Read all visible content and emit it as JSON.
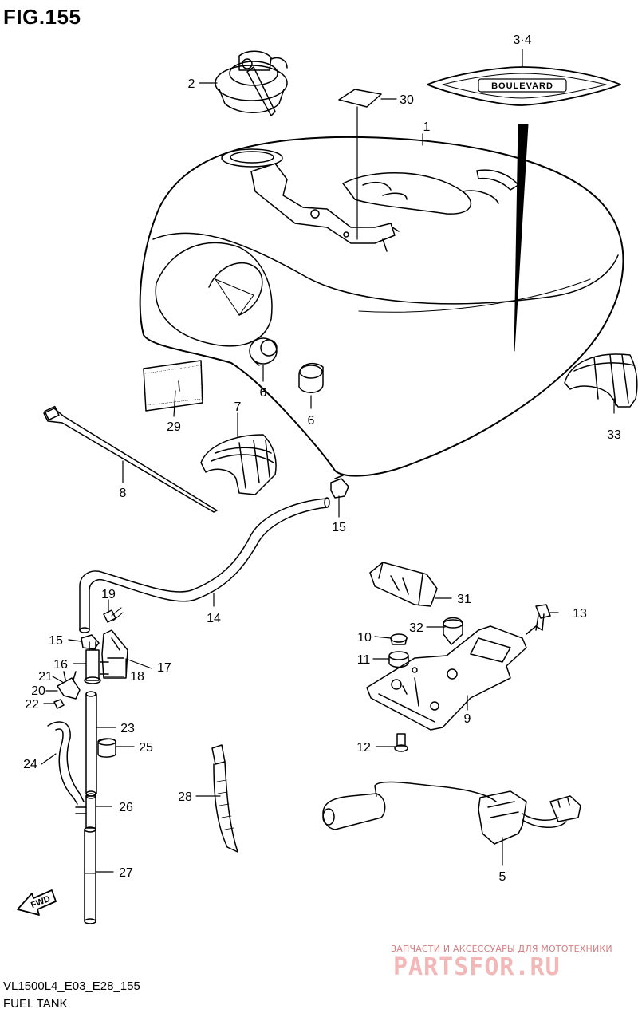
{
  "figure": {
    "title": "FIG.155",
    "code": "VL1500L4_E03_E28_155",
    "name": "FUEL TANK"
  },
  "callouts": {
    "c34": "3·4",
    "c2": "2",
    "c30": "30",
    "c1": "1",
    "c6a": "6",
    "c6b": "6",
    "c33": "33",
    "c29": "29",
    "c7": "7",
    "c8": "8",
    "c15a": "15",
    "c14": "14",
    "c19": "19",
    "c15b": "15",
    "c16": "16",
    "c17": "17",
    "c18": "18",
    "c21": "21",
    "c20": "20",
    "c22": "22",
    "c23": "23",
    "c25": "25",
    "c24": "24",
    "c26": "26",
    "c27": "27",
    "c28": "28",
    "c31": "31",
    "c13": "13",
    "c32": "32",
    "c10": "10",
    "c11": "11",
    "c9": "9",
    "c12": "12",
    "c5": "5"
  },
  "emblem_text": "BOULEVARD",
  "fwd_label": "FWD",
  "watermark": {
    "line": "ЗАПЧАСТИ И АКСЕССУАРЫ ДЛЯ МОТОТЕХНИКИ",
    "logo": "PARTSFOR.RU"
  }
}
